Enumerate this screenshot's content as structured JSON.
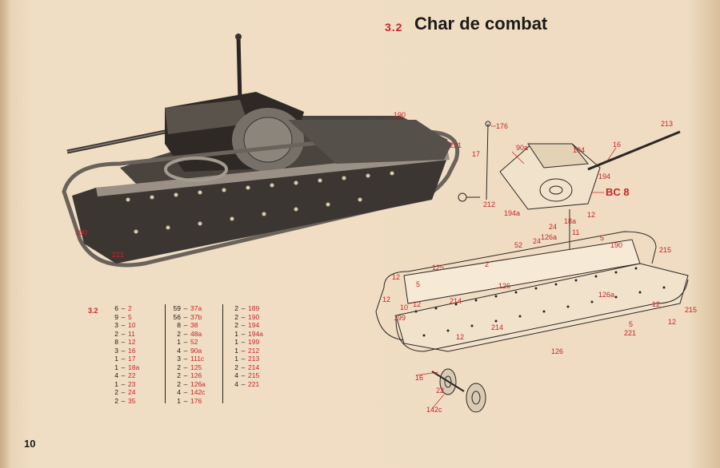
{
  "header": {
    "number": "3.2",
    "title": "Char de combat"
  },
  "page_number": "10",
  "parts_list": {
    "label": "3.2",
    "columns": [
      [
        {
          "qty": "6",
          "part": "2"
        },
        {
          "qty": "9",
          "part": "5"
        },
        {
          "qty": "3",
          "part": "10"
        },
        {
          "qty": "2",
          "part": "11"
        },
        {
          "qty": "8",
          "part": "12"
        },
        {
          "qty": "3",
          "part": "16"
        },
        {
          "qty": "1",
          "part": "17"
        },
        {
          "qty": "1",
          "part": "18a"
        },
        {
          "qty": "4",
          "part": "22"
        },
        {
          "qty": "1",
          "part": "23"
        },
        {
          "qty": "2",
          "part": "24"
        },
        {
          "qty": "2",
          "part": "35"
        }
      ],
      [
        {
          "qty": "59",
          "part": "37a"
        },
        {
          "qty": "56",
          "part": "37b"
        },
        {
          "qty": "8",
          "part": "38"
        },
        {
          "qty": "2",
          "part": "48a"
        },
        {
          "qty": "1",
          "part": "52"
        },
        {
          "qty": "4",
          "part": "90a"
        },
        {
          "qty": "3",
          "part": "111c"
        },
        {
          "qty": "2",
          "part": "125"
        },
        {
          "qty": "2",
          "part": "126"
        },
        {
          "qty": "2",
          "part": "126a"
        },
        {
          "qty": "4",
          "part": "142c"
        },
        {
          "qty": "1",
          "part": "176"
        }
      ],
      [
        {
          "qty": "2",
          "part": "189"
        },
        {
          "qty": "2",
          "part": "190"
        },
        {
          "qty": "2",
          "part": "194"
        },
        {
          "qty": "1",
          "part": "194a"
        },
        {
          "qty": "1",
          "part": "199"
        },
        {
          "qty": "1",
          "part": "212"
        },
        {
          "qty": "1",
          "part": "213"
        },
        {
          "qty": "2",
          "part": "214"
        },
        {
          "qty": "4",
          "part": "215"
        },
        {
          "qty": "4",
          "part": "221"
        }
      ]
    ]
  },
  "photo_callouts": {
    "c190_top": "190",
    "c221_right": "221",
    "c190_left": "190",
    "c221_bottom": "221"
  },
  "diagram_callouts": {
    "c176": "176",
    "c17": "17",
    "c212": "212",
    "c90a": "90a",
    "c194_a": "194",
    "c194_b": "194",
    "c16_top": "16",
    "c213": "213",
    "bc8": "BC 8",
    "c194a": "194a",
    "c12_a": "12",
    "c18a": "18a",
    "c24_a": "24",
    "c11": "11",
    "c126a_a": "126a",
    "c5_a": "5",
    "c190": "190",
    "c215_a": "215",
    "c52": "52",
    "c24_b": "24",
    "c125": "125",
    "c12_b": "12",
    "c5_b": "5",
    "c126": "126",
    "c214_a": "214",
    "c12_c": "12",
    "c10": "10",
    "c12_d": "12",
    "c199": "199",
    "c126a_b": "126a",
    "c12_e": "12",
    "c215_b": "215",
    "c221": "221",
    "c12_f": "12",
    "c5_c": "5",
    "c214_b": "214",
    "c12_g": "12",
    "c126_b": "126",
    "c16_b": "16",
    "c22": "22",
    "c142c": "142c",
    "c2": "2"
  },
  "colors": {
    "accent": "#c8242a",
    "paper": "#efdcc2",
    "ink": "#1d1a17"
  },
  "icons": {
    "tank_photo": "tank-photo-illustration",
    "exploded_diagram": "exploded-assembly-diagram"
  }
}
